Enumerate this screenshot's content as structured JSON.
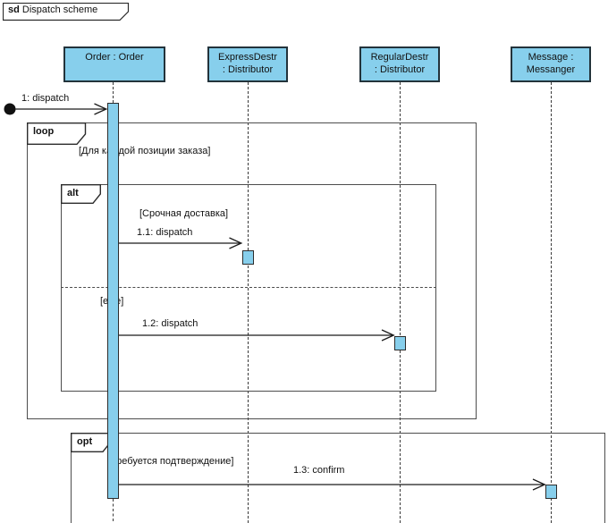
{
  "frame_title": {
    "keyword": "sd",
    "name": "Dispatch scheme"
  },
  "lifelines": [
    {
      "id": "order",
      "line1": "Order : Order",
      "line2": ""
    },
    {
      "id": "express",
      "line1": "ExpressDestr",
      "line2": ": Distributor"
    },
    {
      "id": "regular",
      "line1": "RegularDestr",
      "line2": ": Distributor"
    },
    {
      "id": "message",
      "line1": "Message :",
      "line2": "Messanger"
    }
  ],
  "fragments": {
    "loop": {
      "operator": "loop",
      "guard": "[Для каждой позиции заказа]"
    },
    "alt": {
      "operator": "alt",
      "guard_if": "[Срочная доставка]",
      "guard_else": "[else]"
    },
    "opt": {
      "operator": "opt",
      "guard": "[Требуется подтверждение]"
    }
  },
  "messages": [
    {
      "label": "1: dispatch"
    },
    {
      "label": "1.1: dispatch"
    },
    {
      "label": "1.2: dispatch"
    },
    {
      "label": "1.3: confirm"
    }
  ],
  "colors": {
    "shape_fill": "#87CFEC",
    "shape_border": "#23333b",
    "frame_border": "#4d4d4d",
    "text": "#111111"
  }
}
